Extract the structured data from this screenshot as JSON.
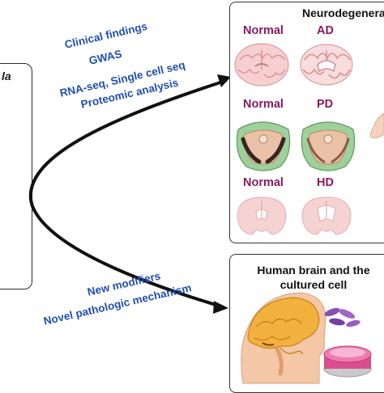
{
  "left_panel": {
    "label": "la"
  },
  "findings_labels": [
    "Clinical findings",
    "GWAS",
    "RNA-seq, Single cell seq",
    "Proteomic analysis"
  ],
  "discovery_labels": [
    "New modifiers",
    "Novel pathologic mechanism"
  ],
  "neuro_panel": {
    "title": "Neurodegenera",
    "rows": [
      {
        "left": "Normal",
        "right": "AD"
      },
      {
        "left": "Normal",
        "right": "PD"
      },
      {
        "left": "Normal",
        "right": "HD"
      }
    ]
  },
  "cell_panel": {
    "title": "Human brain and the cultured cell"
  },
  "colors": {
    "label_blue": "#1f4fb0",
    "disease_purple": "#8a1a5e",
    "arrow": "#111111",
    "brain_pink": "#f3c2c4",
    "midbrain_green": "#9fcf9a",
    "dish_pink": "#e0559a",
    "cells_purple": "#8b4fb0"
  }
}
